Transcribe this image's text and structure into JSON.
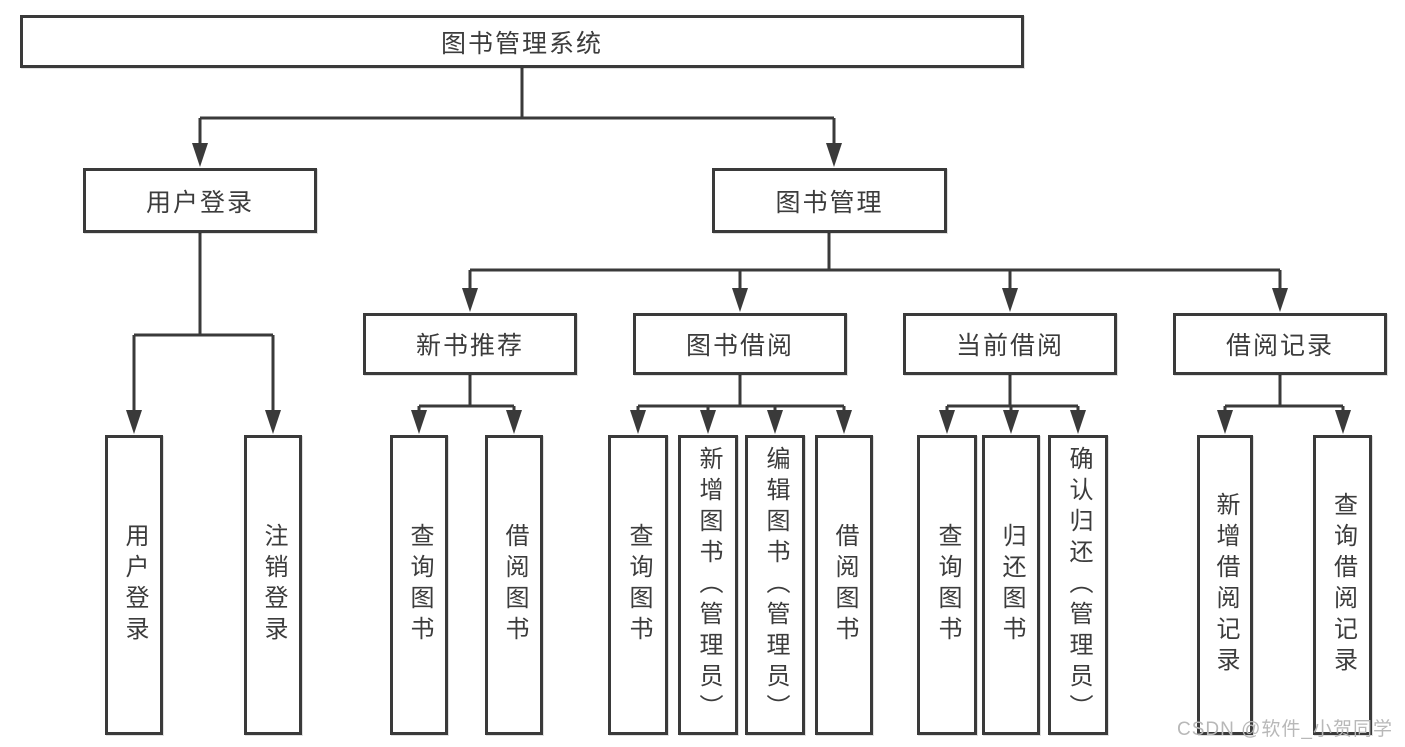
{
  "tree": {
    "root": {
      "label": "图书管理系统"
    },
    "branches": [
      {
        "label": "用户登录",
        "children": [
          {
            "label": "用户登录"
          },
          {
            "label": "注销登录"
          }
        ]
      },
      {
        "label": "图书管理",
        "children": [
          {
            "label": "新书推荐",
            "children": [
              {
                "label": "查询图书"
              },
              {
                "label": "借阅图书"
              }
            ]
          },
          {
            "label": "图书借阅",
            "children": [
              {
                "label": "查询图书"
              },
              {
                "label": "新增图书（管理员）"
              },
              {
                "label": "编辑图书（管理员）"
              },
              {
                "label": "借阅图书"
              }
            ]
          },
          {
            "label": "当前借阅",
            "children": [
              {
                "label": "查询图书"
              },
              {
                "label": "归还图书"
              },
              {
                "label": "确认归还（管理员）"
              }
            ]
          },
          {
            "label": "借阅记录",
            "children": [
              {
                "label": "新增借阅记录"
              },
              {
                "label": "查询借阅记录"
              }
            ]
          }
        ]
      }
    ]
  },
  "watermark": {
    "text": "CSDN @软件_小贺同学"
  },
  "colors": {
    "line": "#3a3a3a",
    "text": "#3c3c3c",
    "background": "#ffffff",
    "watermark": "#b8b8b8"
  }
}
